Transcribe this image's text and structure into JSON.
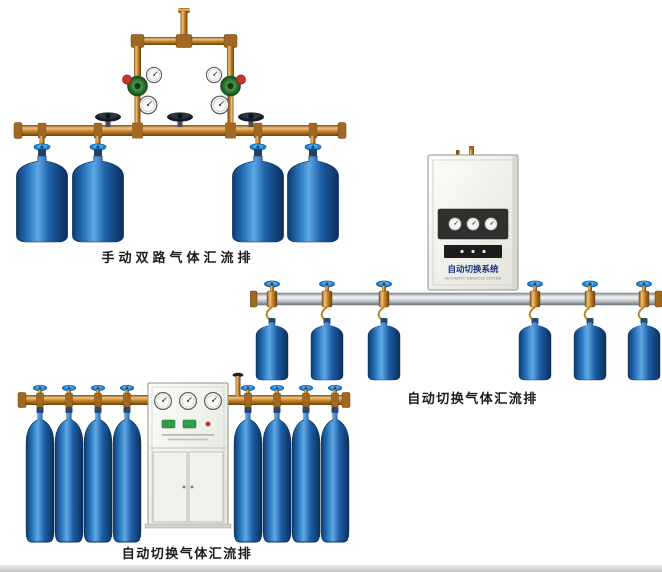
{
  "page": {
    "background": "#ffffff"
  },
  "products": {
    "manual_dual": {
      "caption": "手动双路气体汇流排"
    },
    "auto_switch_right": {
      "caption": "自动切换气体汇流排",
      "cabinet_title": "自动切换系统",
      "cabinet_subtitle": "AUTOMATIC MANIFOLD SYSTEM"
    },
    "auto_switch_bottom": {
      "caption": "自动切换气体汇流排"
    }
  },
  "colors": {
    "brass_pipe": "#c8862a",
    "cylinder_blue": "#2d7bc4",
    "silver_pipe": "#c9ced4",
    "regulator_green": "#2e7d32",
    "caption_text": "#1c1c1c"
  }
}
